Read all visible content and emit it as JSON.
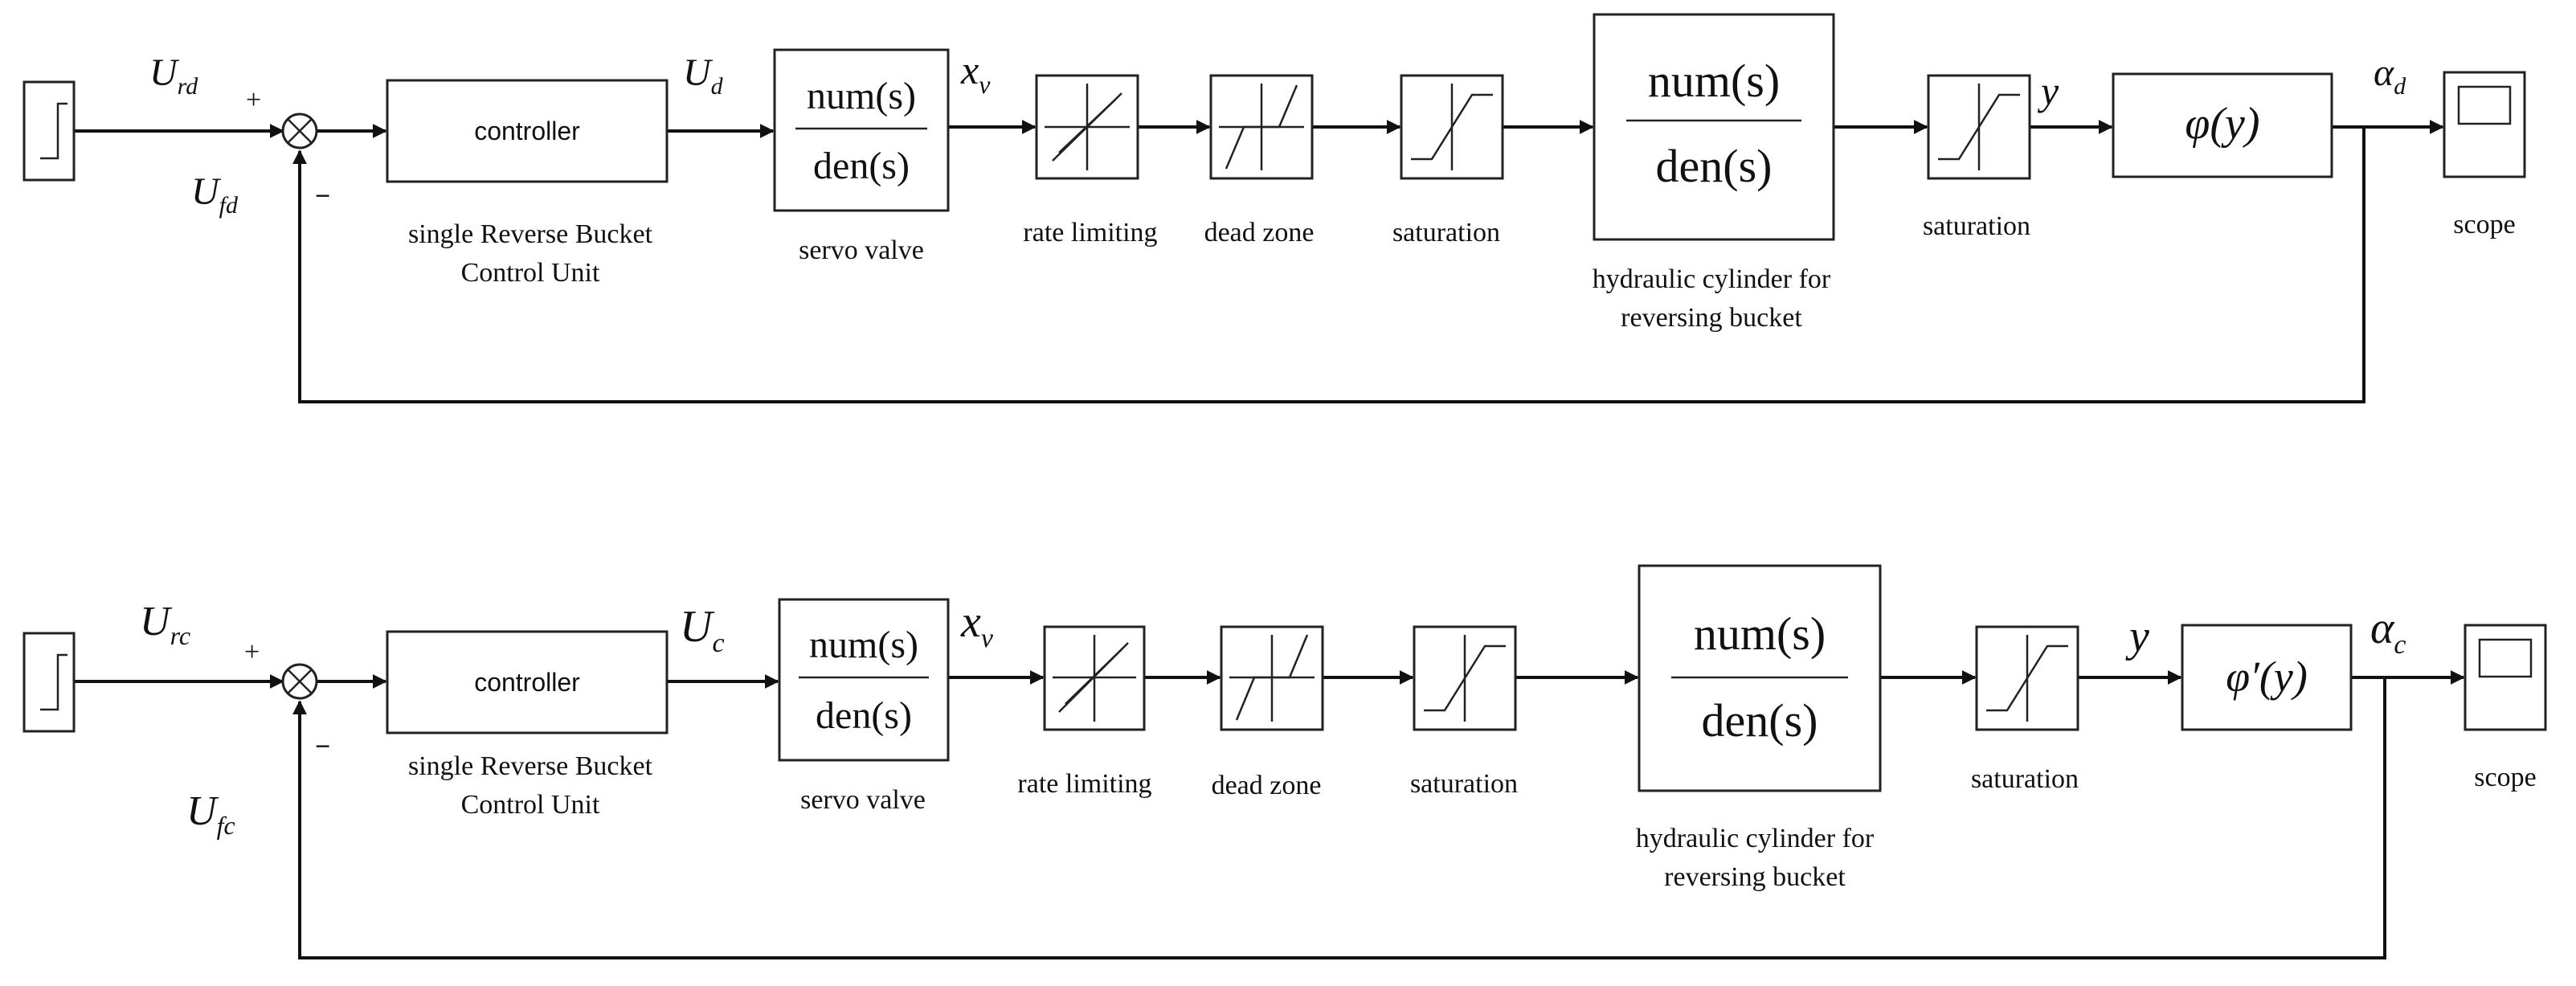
{
  "loops": [
    {
      "id": "loop-alpha-d",
      "signals": {
        "reference": "U",
        "reference_sub": "rd",
        "feedback": "U",
        "feedback_sub": "fd",
        "controller_out": "U",
        "controller_out_sub": "d",
        "valve_out": "x",
        "valve_out_sub": "v",
        "cylinder_out": "y",
        "output": "α",
        "output_sub": "d"
      },
      "signs": {
        "plus": "+",
        "minus": "−"
      },
      "blocks": {
        "controller": "controller",
        "controller_caption_1": "single Reverse Bucket",
        "controller_caption_2": "Control Unit",
        "servo_num": "num(s)",
        "servo_den": "den(s)",
        "servo_caption": "servo valve",
        "rate_caption": "rate limiting",
        "dead_caption": "dead zone",
        "sat1_caption": "saturation",
        "cyl_num": "num(s)",
        "cyl_den": "den(s)",
        "cyl_caption_1": "hydraulic cylinder for",
        "cyl_caption_2": "reversing bucket",
        "sat2_caption": "saturation",
        "phi": "φ(y)",
        "scope_caption": "scope"
      }
    },
    {
      "id": "loop-alpha-c",
      "signals": {
        "reference": "U",
        "reference_sub": "rc",
        "feedback": "U",
        "feedback_sub": "fc",
        "controller_out": "U",
        "controller_out_sub": "c",
        "valve_out": "x",
        "valve_out_sub": "v",
        "cylinder_out": "y",
        "output": "α",
        "output_sub": "c"
      },
      "signs": {
        "plus": "+",
        "minus": "−"
      },
      "blocks": {
        "controller": "controller",
        "controller_caption_1": "single Reverse Bucket",
        "controller_caption_2": "Control Unit",
        "servo_num": "num(s)",
        "servo_den": "den(s)",
        "servo_caption": "servo valve",
        "rate_caption": "rate limiting",
        "dead_caption": "dead zone",
        "sat1_caption": "saturation",
        "cyl_num": "num(s)",
        "cyl_den": "den(s)",
        "cyl_caption_1": "hydraulic cylinder for",
        "cyl_caption_2": "reversing bucket",
        "sat2_caption": "saturation",
        "phi": "φ′(y)",
        "scope_caption": "scope"
      }
    }
  ]
}
